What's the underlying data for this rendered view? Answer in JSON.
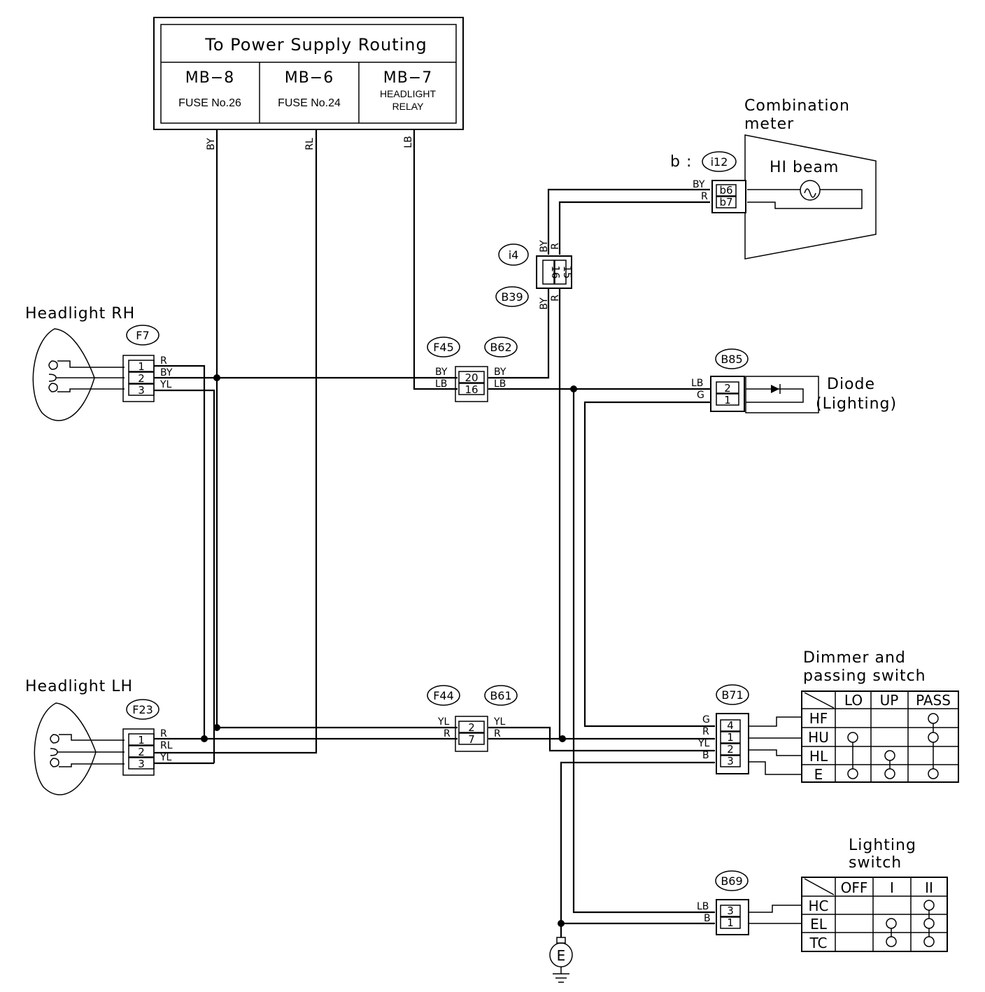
{
  "power_box": {
    "title": "To Power Supply Routing",
    "cells": [
      {
        "id": "MB−8",
        "desc": "FUSE No.26"
      },
      {
        "id": "MB−6",
        "desc": "FUSE No.24"
      },
      {
        "id": "MB−7",
        "desc_lines": [
          "HEADLIGHT",
          "RELAY"
        ]
      }
    ],
    "wires": [
      "BY",
      "RL",
      "LB"
    ]
  },
  "components": {
    "headlight_rh": "Headlight RH",
    "headlight_lh": "Headlight LH",
    "combination_meter": [
      "Combination",
      "meter"
    ],
    "hi_beam": "HI beam",
    "meter_prefix": "b :",
    "diode": [
      "Diode",
      "(Lighting)"
    ],
    "dimmer": [
      "Dimmer and",
      "passing switch"
    ],
    "lighting": [
      "Lighting",
      "switch"
    ],
    "ground": "E"
  },
  "connectors": {
    "F7": {
      "id": "F7",
      "pins": [
        "1",
        "2",
        "3"
      ],
      "wires": [
        "R",
        "BY",
        "YL"
      ]
    },
    "F23": {
      "id": "F23",
      "pins": [
        "1",
        "2",
        "3"
      ],
      "wires": [
        "R",
        "RL",
        "YL"
      ]
    },
    "F45": {
      "id": "F45",
      "pins": [
        "20",
        "16"
      ],
      "wires_in": [
        "BY",
        "LB"
      ]
    },
    "B62": {
      "id": "B62",
      "wires_out": [
        "BY",
        "LB"
      ]
    },
    "F44": {
      "id": "F44",
      "pins": [
        "2",
        "7"
      ],
      "wires_in": [
        "YL",
        "R"
      ]
    },
    "B61": {
      "id": "B61",
      "wires_out": [
        "YL",
        "R"
      ]
    },
    "i4": {
      "id": "i4",
      "pins": [
        "16",
        "15"
      ],
      "wires": [
        "BY",
        "R"
      ]
    },
    "B39": {
      "id": "B39",
      "wires": [
        "BY",
        "R"
      ]
    },
    "i12": {
      "id": "i12",
      "pins": [
        "b6",
        "b7"
      ],
      "wires": [
        "BY",
        "R"
      ]
    },
    "B85": {
      "id": "B85",
      "pins": [
        "2",
        "1"
      ],
      "wires": [
        "LB",
        "G"
      ]
    },
    "B71": {
      "id": "B71",
      "pins": [
        "4",
        "1",
        "2",
        "3"
      ],
      "wires": [
        "G",
        "R",
        "YL",
        "B"
      ]
    },
    "B69": {
      "id": "B69",
      "pins": [
        "3",
        "1"
      ],
      "wires": [
        "LB",
        "B"
      ]
    }
  },
  "dimmer_table": {
    "columns": [
      "LO",
      "UP",
      "PASS"
    ],
    "rows": [
      "HF",
      "HU",
      "HL",
      "E"
    ]
  },
  "lighting_table": {
    "columns": [
      "OFF",
      "I",
      "II"
    ],
    "rows": [
      "HC",
      "EL",
      "TC"
    ]
  }
}
